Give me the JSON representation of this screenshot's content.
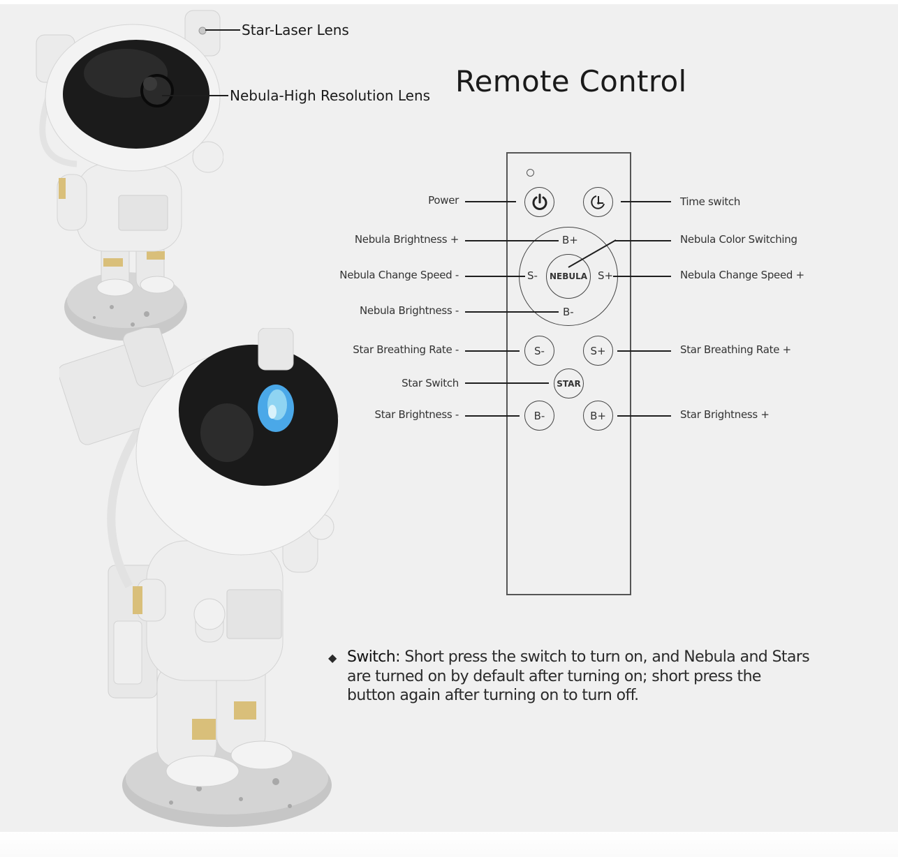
{
  "title": "Remote Control",
  "product_labels": {
    "star_laser_lens": "Star-Laser Lens",
    "nebula_lens": "Nebula-High Resolution Lens"
  },
  "remote": {
    "buttons": {
      "power": {
        "icon": "power-icon"
      },
      "timer": {
        "icon": "timer-icon"
      },
      "nebula_b_plus": "B+",
      "nebula_s_minus": "S-",
      "nebula_center": "NEBULA",
      "nebula_s_plus": "S+",
      "nebula_b_minus": "B-",
      "star_s_minus": "S-",
      "star_s_plus": "S+",
      "star_center": "STAR",
      "star_b_minus": "B-",
      "star_b_plus": "B+"
    },
    "left_labels": [
      "Power",
      "Nebula Brightness +",
      "Nebula Change Speed -",
      "Nebula Brightness -",
      "Star Breathing Rate -",
      "Star Switch",
      "Star Brightness -"
    ],
    "right_labels": [
      "Time switch",
      "Nebula Color Switching",
      "Nebula Change Speed +",
      "Star Breathing Rate +",
      "Star Brightness +"
    ]
  },
  "note": {
    "bullet": "◆",
    "heading": "Switch:",
    "text": " Short press the switch to turn on, and Nebula and Stars are turned on by default after turning on; short press the button again after turning on to turn off."
  },
  "colors": {
    "background": "#f0f0f0",
    "text": "#333333",
    "visor": "#1a1a1a",
    "nebula_glow": "#4aa8e8",
    "gold_accent": "#d9bf7a"
  }
}
